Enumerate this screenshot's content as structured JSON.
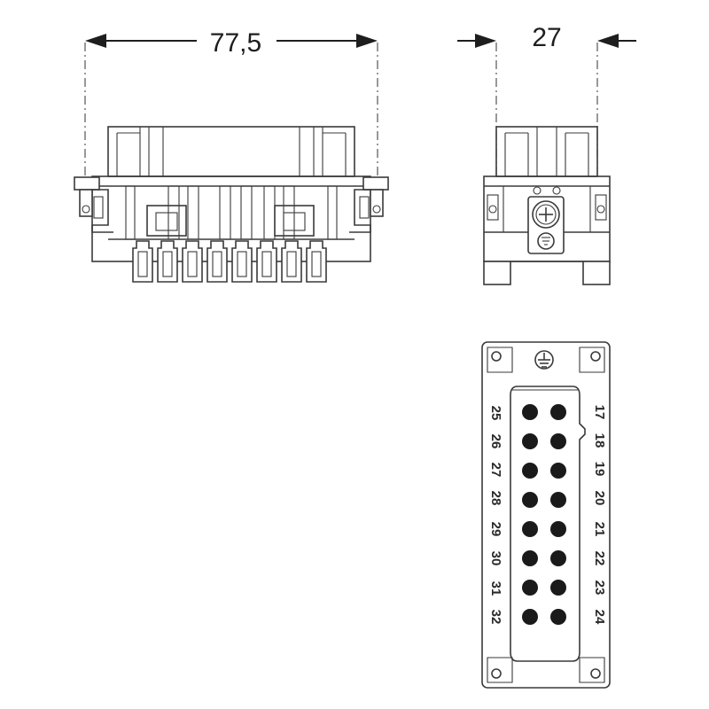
{
  "dimensions": {
    "width_label": "77,5",
    "depth_label": "27"
  },
  "pin_numbers": {
    "left_column": [
      "25",
      "26",
      "27",
      "28",
      "29",
      "30",
      "31",
      "32"
    ],
    "right_column": [
      "17",
      "18",
      "19",
      "20",
      "21",
      "22",
      "23",
      "24"
    ]
  },
  "icons": {
    "ground": "protective-earth-icon"
  },
  "colors": {
    "line": "#3a3a3a",
    "contact": "#1a1a1a",
    "background": "#ffffff"
  }
}
